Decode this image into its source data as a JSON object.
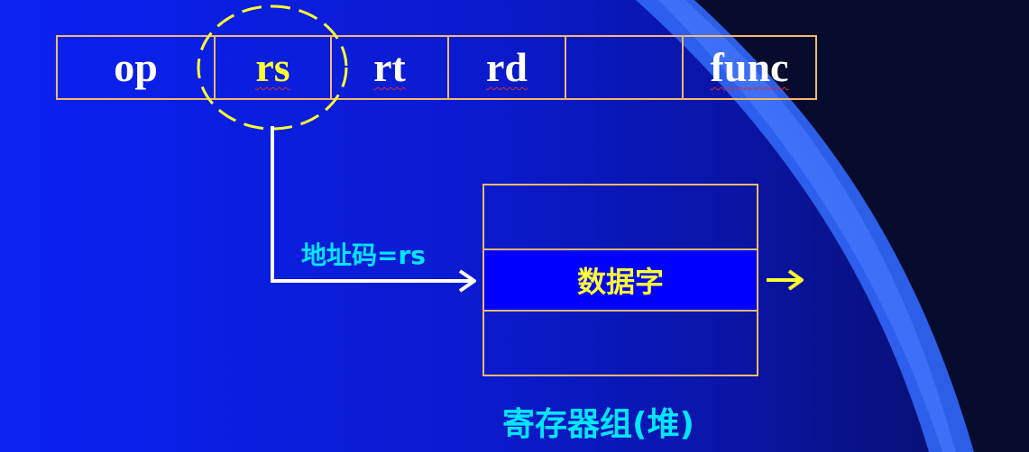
{
  "instruction_fields": [
    {
      "label": "op"
    },
    {
      "label": "rs"
    },
    {
      "label": "rt"
    },
    {
      "label": "rd"
    },
    {
      "label": ""
    },
    {
      "label": "func"
    }
  ],
  "address_label": "地址码=rs",
  "register_file": {
    "data_cell_label": "数据字",
    "caption": "寄存器组(堆)"
  },
  "colors": {
    "field_border": "#f3b96d",
    "highlight_text": "#ffff33",
    "cyan_text": "#00e6ff",
    "data_cell_fill": "#0000ff",
    "background": "#0a22f2"
  }
}
